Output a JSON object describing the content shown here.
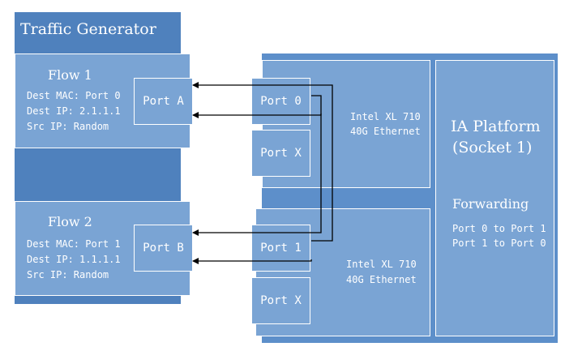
{
  "traffic_generator": {
    "title": "Traffic Generator",
    "flow1": {
      "title": "Flow 1",
      "lines": [
        "Dest MAC: Port 0",
        "Dest IP: 2.1.1.1",
        "Src IP: Random"
      ],
      "port": "Port A"
    },
    "flow2": {
      "title": "Flow 2",
      "lines": [
        "Dest MAC: Port 1",
        "Dest IP: 1.1.1.1",
        "Src IP: Random"
      ],
      "port": "Port B"
    }
  },
  "platform": {
    "nic_top": {
      "line1": "Intel XL 710",
      "line2": "40G Ethernet",
      "port_main": "Port 0",
      "port_x": "Port X"
    },
    "nic_bottom": {
      "line1": "Intel XL 710",
      "line2": "40G Ethernet",
      "port_main": "Port 1",
      "port_x": "Port X"
    },
    "ia": {
      "line1": "IA Platform",
      "line2": "(Socket 1)",
      "forwarding_title": "Forwarding",
      "rules": [
        "Port 0 to Port 1",
        "Port 1 to Port 0"
      ]
    }
  },
  "colors": {
    "dark": "#4f81bd",
    "mid": "#5d8fca",
    "light": "#7aa4d4",
    "line": "#000000"
  }
}
